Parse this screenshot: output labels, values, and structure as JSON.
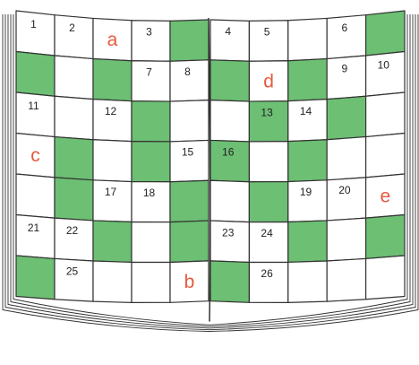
{
  "colors": {
    "green": "#6cbf73",
    "white": "#ffffff",
    "line": "#333333",
    "letter": "#e55a3c",
    "number": "#222222"
  },
  "left_page": {
    "rows": [
      [
        0,
        0,
        0,
        0,
        1
      ],
      [
        1,
        0,
        1,
        0,
        0
      ],
      [
        0,
        0,
        0,
        1,
        0
      ],
      [
        0,
        1,
        0,
        1,
        0
      ],
      [
        0,
        1,
        0,
        0,
        1
      ],
      [
        0,
        0,
        1,
        0,
        1
      ],
      [
        1,
        0,
        0,
        0,
        0
      ]
    ],
    "numbers": [
      {
        "row": 0,
        "col": 0,
        "text": "1"
      },
      {
        "row": 0,
        "col": 1,
        "text": "2"
      },
      {
        "row": 0,
        "col": 3,
        "text": "3"
      },
      {
        "row": 1,
        "col": 3,
        "text": "7"
      },
      {
        "row": 1,
        "col": 4,
        "text": "8"
      },
      {
        "row": 2,
        "col": 0,
        "text": "11"
      },
      {
        "row": 2,
        "col": 2,
        "text": "12"
      },
      {
        "row": 3,
        "col": 4,
        "text": "15"
      },
      {
        "row": 4,
        "col": 2,
        "text": "17"
      },
      {
        "row": 4,
        "col": 3,
        "text": "18"
      },
      {
        "row": 5,
        "col": 0,
        "text": "21"
      },
      {
        "row": 5,
        "col": 1,
        "text": "22"
      },
      {
        "row": 6,
        "col": 1,
        "text": "25"
      }
    ],
    "letters": [
      {
        "row": 0,
        "col": 2,
        "text": "a"
      },
      {
        "row": 3,
        "col": 0,
        "text": "c"
      },
      {
        "row": 6,
        "col": 4,
        "text": "b"
      }
    ]
  },
  "right_page": {
    "rows": [
      [
        0,
        0,
        0,
        0,
        1
      ],
      [
        1,
        0,
        1,
        0,
        0
      ],
      [
        0,
        1,
        0,
        1,
        0
      ],
      [
        1,
        0,
        1,
        0,
        0
      ],
      [
        0,
        1,
        0,
        0,
        0
      ],
      [
        0,
        0,
        1,
        0,
        1
      ],
      [
        1,
        0,
        0,
        0,
        0
      ]
    ],
    "numbers": [
      {
        "row": 0,
        "col": 0,
        "text": "4"
      },
      {
        "row": 0,
        "col": 1,
        "text": "5"
      },
      {
        "row": 0,
        "col": 3,
        "text": "6"
      },
      {
        "row": 1,
        "col": 3,
        "text": "9"
      },
      {
        "row": 1,
        "col": 4,
        "text": "10"
      },
      {
        "row": 2,
        "col": 1,
        "text": "13"
      },
      {
        "row": 2,
        "col": 2,
        "text": "14"
      },
      {
        "row": 3,
        "col": 0,
        "text": "16"
      },
      {
        "row": 4,
        "col": 2,
        "text": "19"
      },
      {
        "row": 4,
        "col": 3,
        "text": "20"
      },
      {
        "row": 5,
        "col": 0,
        "text": "23"
      },
      {
        "row": 5,
        "col": 1,
        "text": "24"
      },
      {
        "row": 6,
        "col": 1,
        "text": "26"
      }
    ],
    "letters": [
      {
        "row": 1,
        "col": 1,
        "text": "d"
      },
      {
        "row": 4,
        "col": 4,
        "text": "e"
      }
    ]
  }
}
